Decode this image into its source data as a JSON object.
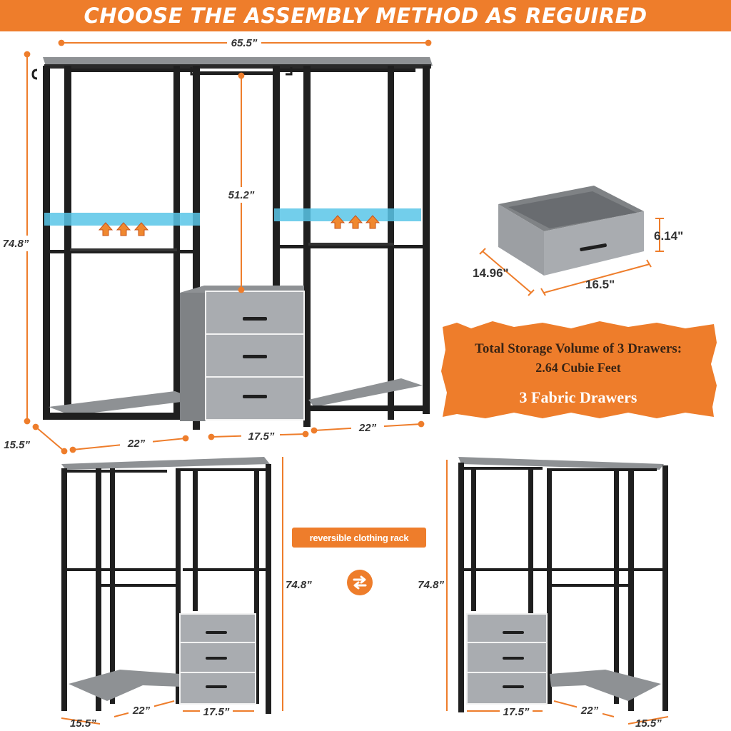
{
  "banner": {
    "title": "CHOOSE THE ASSEMBLY METHOD AS REGUIRED"
  },
  "top_dims": {
    "width": "65.5”",
    "height": "74.8”",
    "hang": "51.2”",
    "depth": "15.5”",
    "left_section": "22”",
    "middle_section": "17.5”",
    "right_section": "22”"
  },
  "drawer_dims": {
    "height": "6.14\"",
    "depth": "14.96\"",
    "width": "16.5\""
  },
  "info_box": {
    "line1": "Total Storage Volume of 3 Drawers:",
    "line2": "2.64 Cubie Feet",
    "line3": "3 Fabric Drawers"
  },
  "reverse_label": "reversible clothing rack",
  "left_corner_dims": {
    "height": "74.8”",
    "depth": "15.5”",
    "side": "22”",
    "middle": "17.5”"
  },
  "right_corner_dims": {
    "height": "74.8”",
    "middle": "17.5”",
    "side": "22”",
    "depth": "15.5”"
  },
  "colors": {
    "accent": "#ee7d2b",
    "frame": "#1f1f1f",
    "drawer": "#a9acb0",
    "panel": "#8e9194",
    "led": "#59c6e8"
  },
  "icons": {
    "arrows": "arrow-up-icon",
    "swap": "swap-icon"
  }
}
